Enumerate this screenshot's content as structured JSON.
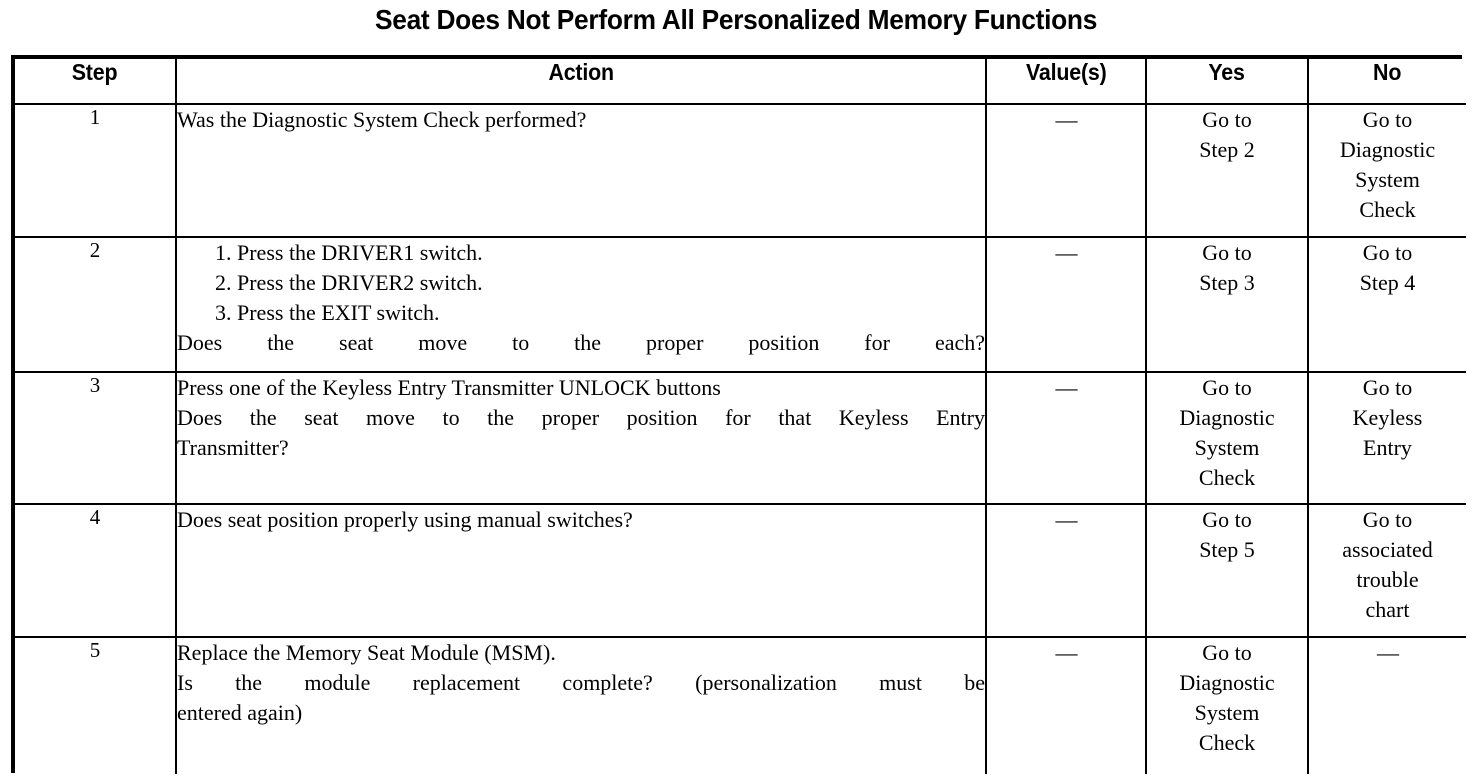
{
  "document": {
    "title": "Seat Does Not Perform All Personalized Memory Functions"
  },
  "table": {
    "columns": [
      {
        "key": "step",
        "label": "Step"
      },
      {
        "key": "action",
        "label": "Action"
      },
      {
        "key": "value",
        "label": "Value(s)"
      },
      {
        "key": "yes",
        "label": "Yes"
      },
      {
        "key": "no",
        "label": "No"
      }
    ],
    "rows": [
      {
        "step": "1",
        "action_lines": [
          "Was the Diagnostic System Check performed?"
        ],
        "value": "—",
        "yes_lines": [
          "Go to",
          "Step 2"
        ],
        "no_lines": [
          "Go to",
          "Diagnostic",
          "System",
          "Check"
        ]
      },
      {
        "step": "2",
        "action_lines": [
          "1. Press the DRIVER1 switch.",
          "2. Press the DRIVER2 switch.",
          "3. Press the EXIT switch.",
          "Does the seat move to the proper position for each?"
        ],
        "value": "—",
        "yes_lines": [
          "Go to",
          "Step 3"
        ],
        "no_lines": [
          "Go to",
          "Step 4"
        ]
      },
      {
        "step": "3",
        "action_lines": [
          "Press one of the Keyless Entry Transmitter UNLOCK buttons",
          "Does the seat move to the proper position for that Keyless Entry",
          "Transmitter?"
        ],
        "value": "—",
        "yes_lines": [
          "Go to",
          "Diagnostic",
          "System",
          "Check"
        ],
        "no_lines": [
          "Go to",
          "Keyless",
          "Entry"
        ]
      },
      {
        "step": "4",
        "action_lines": [
          "Does seat position properly using manual switches?"
        ],
        "value": "—",
        "yes_lines": [
          "Go to",
          "Step 5"
        ],
        "no_lines": [
          "Go to",
          "associated",
          "trouble",
          "chart"
        ]
      },
      {
        "step": "5",
        "action_lines": [
          "Replace the Memory Seat Module (MSM).",
          "Is the module replacement complete? (personalization must be",
          "entered again)"
        ],
        "value": "—",
        "yes_lines": [
          "Go to",
          "Diagnostic",
          "System",
          "Check"
        ],
        "no_lines": [
          "—"
        ]
      }
    ]
  },
  "colors": {
    "ink": "#000000",
    "page": "#ffffff"
  }
}
